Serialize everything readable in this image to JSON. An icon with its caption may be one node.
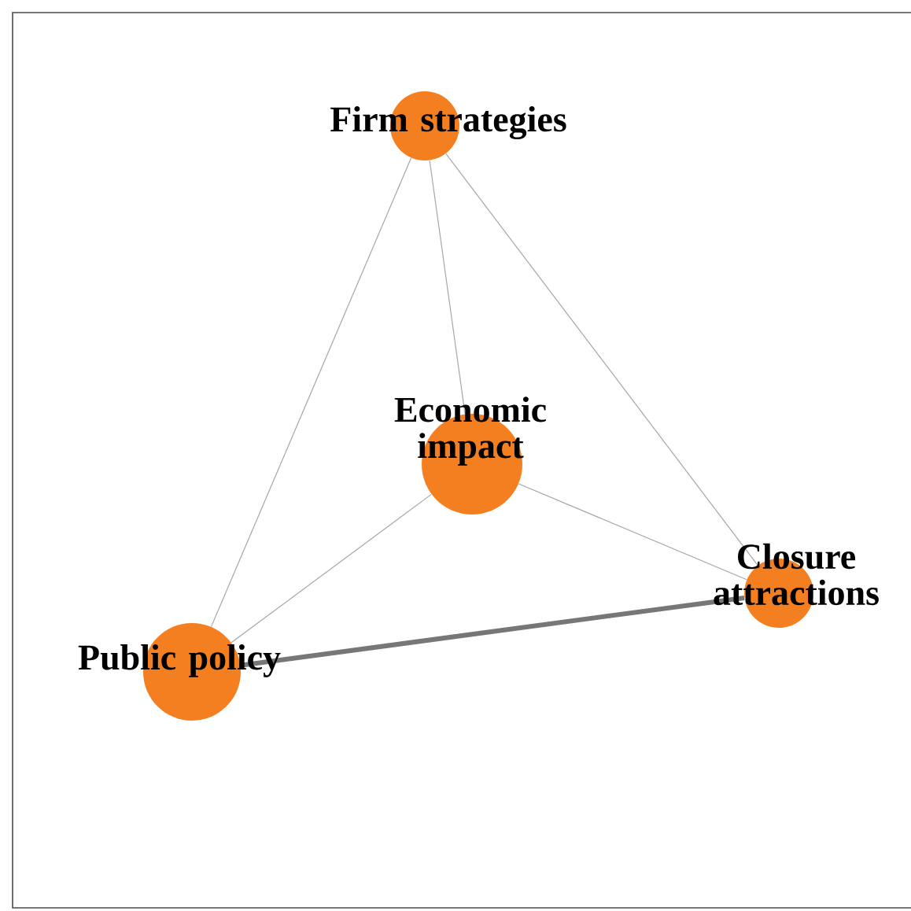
{
  "diagram": {
    "nodes": [
      {
        "text": [
          "Firm strategies"
        ]
      },
      {
        "text": [
          "Economic impact"
        ]
      },
      {
        "text": [
          "Closure attractions"
        ]
      },
      {
        "text": [
          "Public policy"
        ]
      }
    ],
    "edges": [
      {
        "from": 0,
        "to": 1,
        "arrow": "none"
      },
      {
        "from": 0,
        "to": 2,
        "arrow": "none"
      },
      {
        "from": 0,
        "to": 3,
        "arrow": "none"
      },
      {
        "from": 1,
        "to": 2,
        "arrow": "none"
      },
      {
        "from": 1,
        "to": 3,
        "arrow": "none"
      },
      {
        "from": 3,
        "to": 2,
        "arrow": "none",
        "style": "thick",
        "color": "#777777"
      }
    ]
  }
}
